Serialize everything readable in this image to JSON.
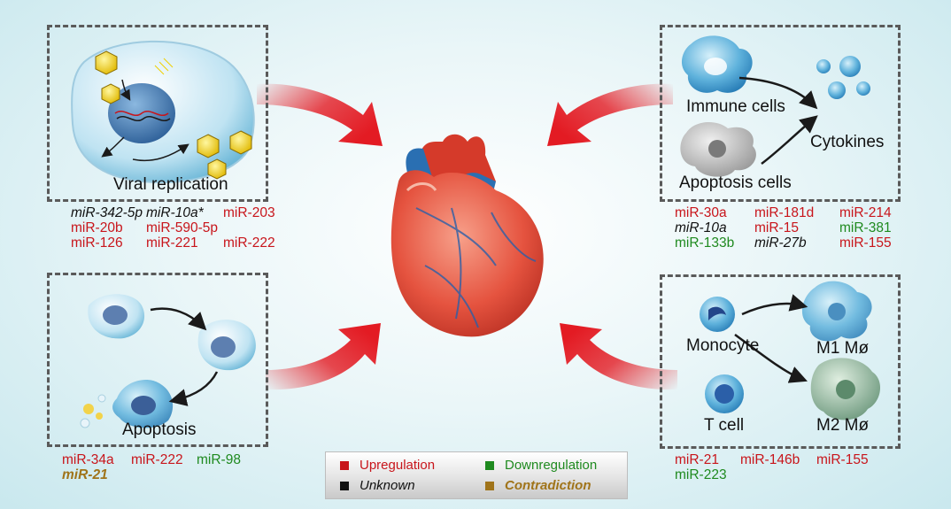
{
  "panels": {
    "viral": {
      "label": "Viral replication",
      "mirs": [
        {
          "text": "miR-342-5p",
          "type": "unknown"
        },
        {
          "text": "miR-10a*",
          "type": "unknown"
        },
        {
          "text": "miR-203",
          "type": "up"
        },
        {
          "text": "miR-20b",
          "type": "up"
        },
        {
          "text": "miR-590-5p",
          "type": "up"
        },
        {
          "text": "miR-126",
          "type": "up"
        },
        {
          "text": "miR-221",
          "type": "up"
        },
        {
          "text": "miR-222",
          "type": "up"
        }
      ]
    },
    "immune": {
      "immune_label": "Immune cells",
      "apoptosis_label": "Apoptosis cells",
      "cytokines_label": "Cytokines",
      "mirs": [
        {
          "text": "miR-30a",
          "type": "up"
        },
        {
          "text": "miR-181d",
          "type": "up"
        },
        {
          "text": "miR-214",
          "type": "up"
        },
        {
          "text": "miR-10a",
          "type": "unknown"
        },
        {
          "text": "miR-15",
          "type": "up"
        },
        {
          "text": "miR-381",
          "type": "down"
        },
        {
          "text": "miR-133b",
          "type": "down"
        },
        {
          "text": "miR-27b",
          "type": "unknown"
        },
        {
          "text": "miR-155",
          "type": "up"
        }
      ]
    },
    "apoptosis": {
      "label": "Apoptosis",
      "mirs": [
        {
          "text": "miR-34a",
          "type": "up"
        },
        {
          "text": "miR-222",
          "type": "up"
        },
        {
          "text": "miR-98",
          "type": "down"
        },
        {
          "text": "miR-21",
          "type": "contradiction"
        }
      ]
    },
    "macrophage": {
      "monocyte_label": "Monocyte",
      "tcell_label": "T cell",
      "m1_label": "M1 Mø",
      "m2_label": "M2 Mø",
      "mirs": [
        {
          "text": "miR-21",
          "type": "up"
        },
        {
          "text": "miR-146b",
          "type": "up"
        },
        {
          "text": "miR-155",
          "type": "up"
        },
        {
          "text": "miR-223",
          "type": "down"
        }
      ]
    }
  },
  "legend": {
    "upregulation": "Upregulation",
    "downregulation": "Downregulation",
    "unknown": "Unknown",
    "contradiction": "Contradiction"
  },
  "colors": {
    "up": "#c8151b",
    "down": "#1f8a1f",
    "unknown": "#111111",
    "contradiction": "#a0741a",
    "arrow": "#e31b23"
  }
}
